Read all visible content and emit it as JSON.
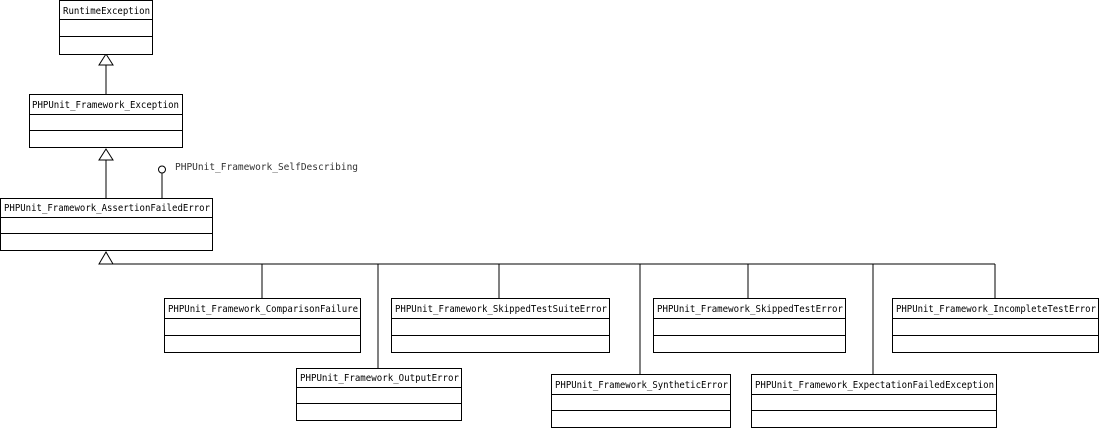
{
  "diagram": {
    "classes": {
      "runtime_exception": "RuntimeException",
      "framework_exception": "PHPUnit_Framework_Exception",
      "assertion_failed_error": "PHPUnit_Framework_AssertionFailedError",
      "comparison_failure": "PHPUnit_Framework_ComparisonFailure",
      "output_error": "PHPUnit_Framework_OutputError",
      "skipped_test_suite_error": "PHPUnit_Framework_SkippedTestSuiteError",
      "synthetic_error": "PHPUnit_Framework_SyntheticError",
      "skipped_test_error": "PHPUnit_Framework_SkippedTestError",
      "expectation_failed_exception": "PHPUnit_Framework_ExpectationFailedException",
      "incomplete_test_error": "PHPUnit_Framework_IncompleteTestError"
    },
    "interface": "PHPUnit_Framework_SelfDescribing",
    "relations": [
      {
        "from": "framework_exception",
        "to": "runtime_exception",
        "type": "generalization"
      },
      {
        "from": "assertion_failed_error",
        "to": "framework_exception",
        "type": "generalization"
      },
      {
        "from": "comparison_failure",
        "to": "assertion_failed_error",
        "type": "generalization"
      },
      {
        "from": "output_error",
        "to": "assertion_failed_error",
        "type": "generalization"
      },
      {
        "from": "skipped_test_suite_error",
        "to": "assertion_failed_error",
        "type": "generalization"
      },
      {
        "from": "synthetic_error",
        "to": "assertion_failed_error",
        "type": "generalization"
      },
      {
        "from": "skipped_test_error",
        "to": "assertion_failed_error",
        "type": "generalization"
      },
      {
        "from": "expectation_failed_exception",
        "to": "assertion_failed_error",
        "type": "generalization"
      },
      {
        "from": "incomplete_test_error",
        "to": "assertion_failed_error",
        "type": "generalization"
      },
      {
        "from": "assertion_failed_error",
        "to": "interface",
        "type": "realization"
      }
    ]
  }
}
